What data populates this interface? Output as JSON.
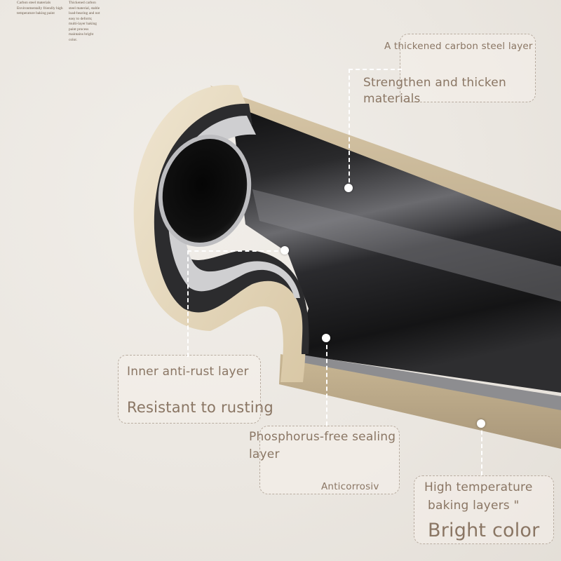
{
  "top_notes": {
    "col1": [
      "Carbon steel materials",
      "Environmentally friendly high",
      "temperature baking paint"
    ],
    "col2": [
      "Thickened carbon",
      "steel material, stable",
      "load-bearing and not",
      "easy to deform;",
      "multi-layer baking",
      "paint process",
      "maintains bright",
      "color."
    ]
  },
  "callouts": {
    "carbon": {
      "title": "A thickened carbon steel layer",
      "detail_line1": "Strengthen and thicken",
      "detail_line2": "materials"
    },
    "rust": {
      "title": "Inner anti-rust layer",
      "detail": "Resistant to rusting"
    },
    "sealing": {
      "title_line1": "Phosphorus-free sealing",
      "title_line2": "layer",
      "detail": "Anticorrosiv"
    },
    "baking": {
      "title_line1": "High temperature",
      "title_line2": "baking layers \"",
      "detail": "Bright color"
    }
  },
  "colors": {
    "label_text": "#8a7664",
    "tube_cream": "#e7d9be",
    "tube_dark": "#1c1c1e",
    "background": "#ece8e2"
  }
}
